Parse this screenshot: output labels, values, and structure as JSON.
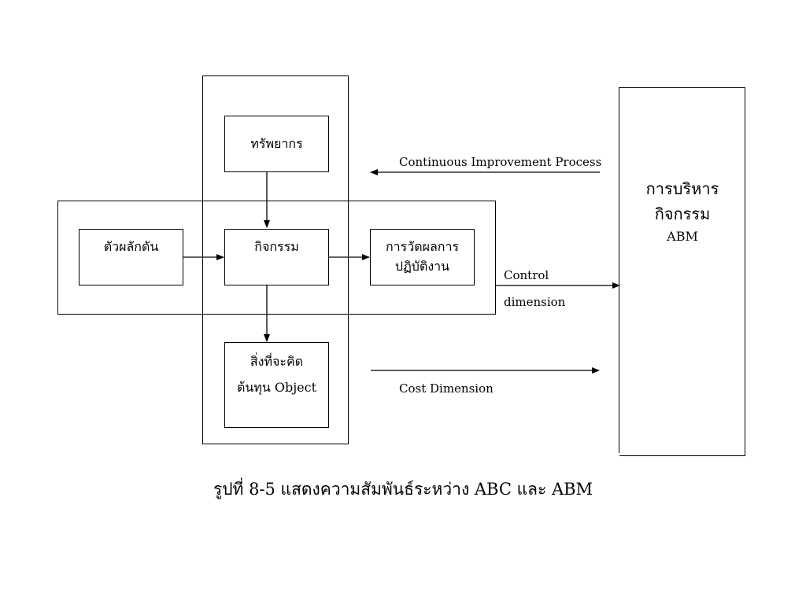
{
  "boxes": {
    "resources": "ทรัพยากร",
    "cost_driver": "ตัวผลักดัน",
    "activities": "กิจกรรม",
    "performance_line1": "การวัดผลการ",
    "performance_line2": "ปฏิบัติงาน",
    "cost_object_line1": "สิ่งที่จะคิด",
    "cost_object_line2": "ต้นทุน Object"
  },
  "labels": {
    "continuous_improvement": "Continuous Improvement Process",
    "control_line1": "Control",
    "control_line2": "dimension",
    "cost_dimension": "Cost Dimension"
  },
  "abm_panel": {
    "line1": "การบริหาร",
    "line2": "กิจกรรม",
    "line3": "ABM"
  },
  "caption": "รูปที่ 8-5   แสดงความสัมพันธ์ระหว่าง ABC และ ABM"
}
